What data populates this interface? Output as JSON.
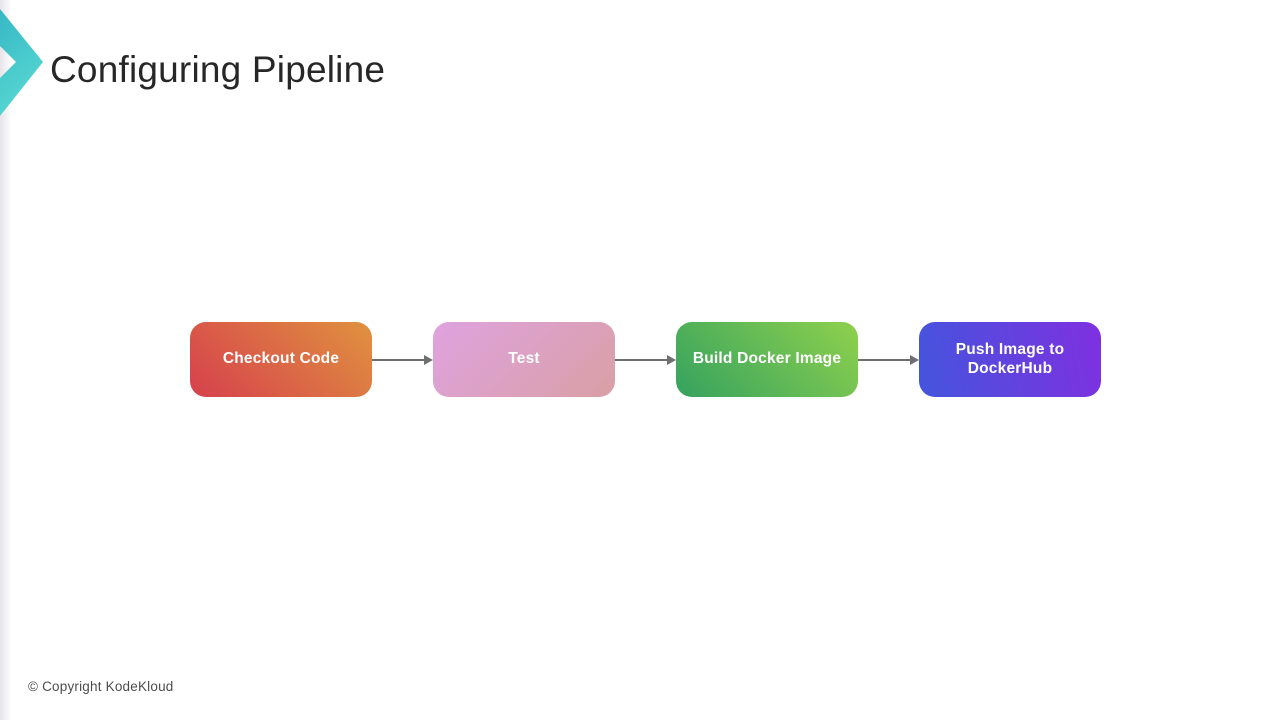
{
  "slide": {
    "title": "Configuring Pipeline",
    "copyright": "© Copyright KodeKloud"
  },
  "logo": {
    "icon": "kodekloud-chevron",
    "gradient_from": "#36b7c5",
    "gradient_to": "#57d8d2"
  },
  "pipeline": {
    "arrow_color": "#6f6f6f",
    "steps": [
      {
        "label": "Checkout Code",
        "angle": "45deg",
        "gradient_from": "#d6404d",
        "gradient_to": "#e0923f"
      },
      {
        "label": "Test",
        "angle": "135deg",
        "gradient_from": "#dfa2e0",
        "gradient_to": "#d9a0a4"
      },
      {
        "label": "Build Docker Image",
        "angle": "45deg",
        "gradient_from": "#35a25f",
        "gradient_to": "#8fd14d"
      },
      {
        "label": "Push Image to DockerHub",
        "angle": "80deg",
        "gradient_from": "#4455dd",
        "gradient_to": "#7f30e0"
      }
    ]
  }
}
